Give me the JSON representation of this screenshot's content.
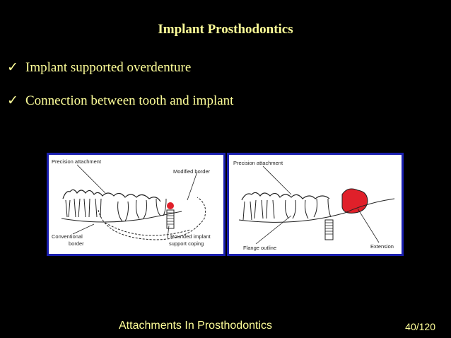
{
  "slide": {
    "title": "Implant Prosthodontics",
    "bullets": [
      "Implant supported overdenture",
      "Connection between tooth and implant"
    ],
    "check_glyph": "✓"
  },
  "figures": [
    {
      "labels": {
        "precision_attachment": "Precision attachment",
        "modified_border": "Modified border",
        "conventional": "Conventional",
        "border": "border",
        "rounded_implant": "Rounded implant",
        "support_coping": "support coping"
      }
    },
    {
      "labels": {
        "precision_attachment": "Precision attachment",
        "flange_outline": "Flange outline",
        "extension": "Extension"
      }
    }
  ],
  "footer": {
    "text": "Attachments In Prosthodontics",
    "page": "40/120"
  },
  "colors": {
    "background": "#000000",
    "text": "#ffff99",
    "figure_border": "#1a1fb0",
    "highlight": "#e0202a"
  }
}
